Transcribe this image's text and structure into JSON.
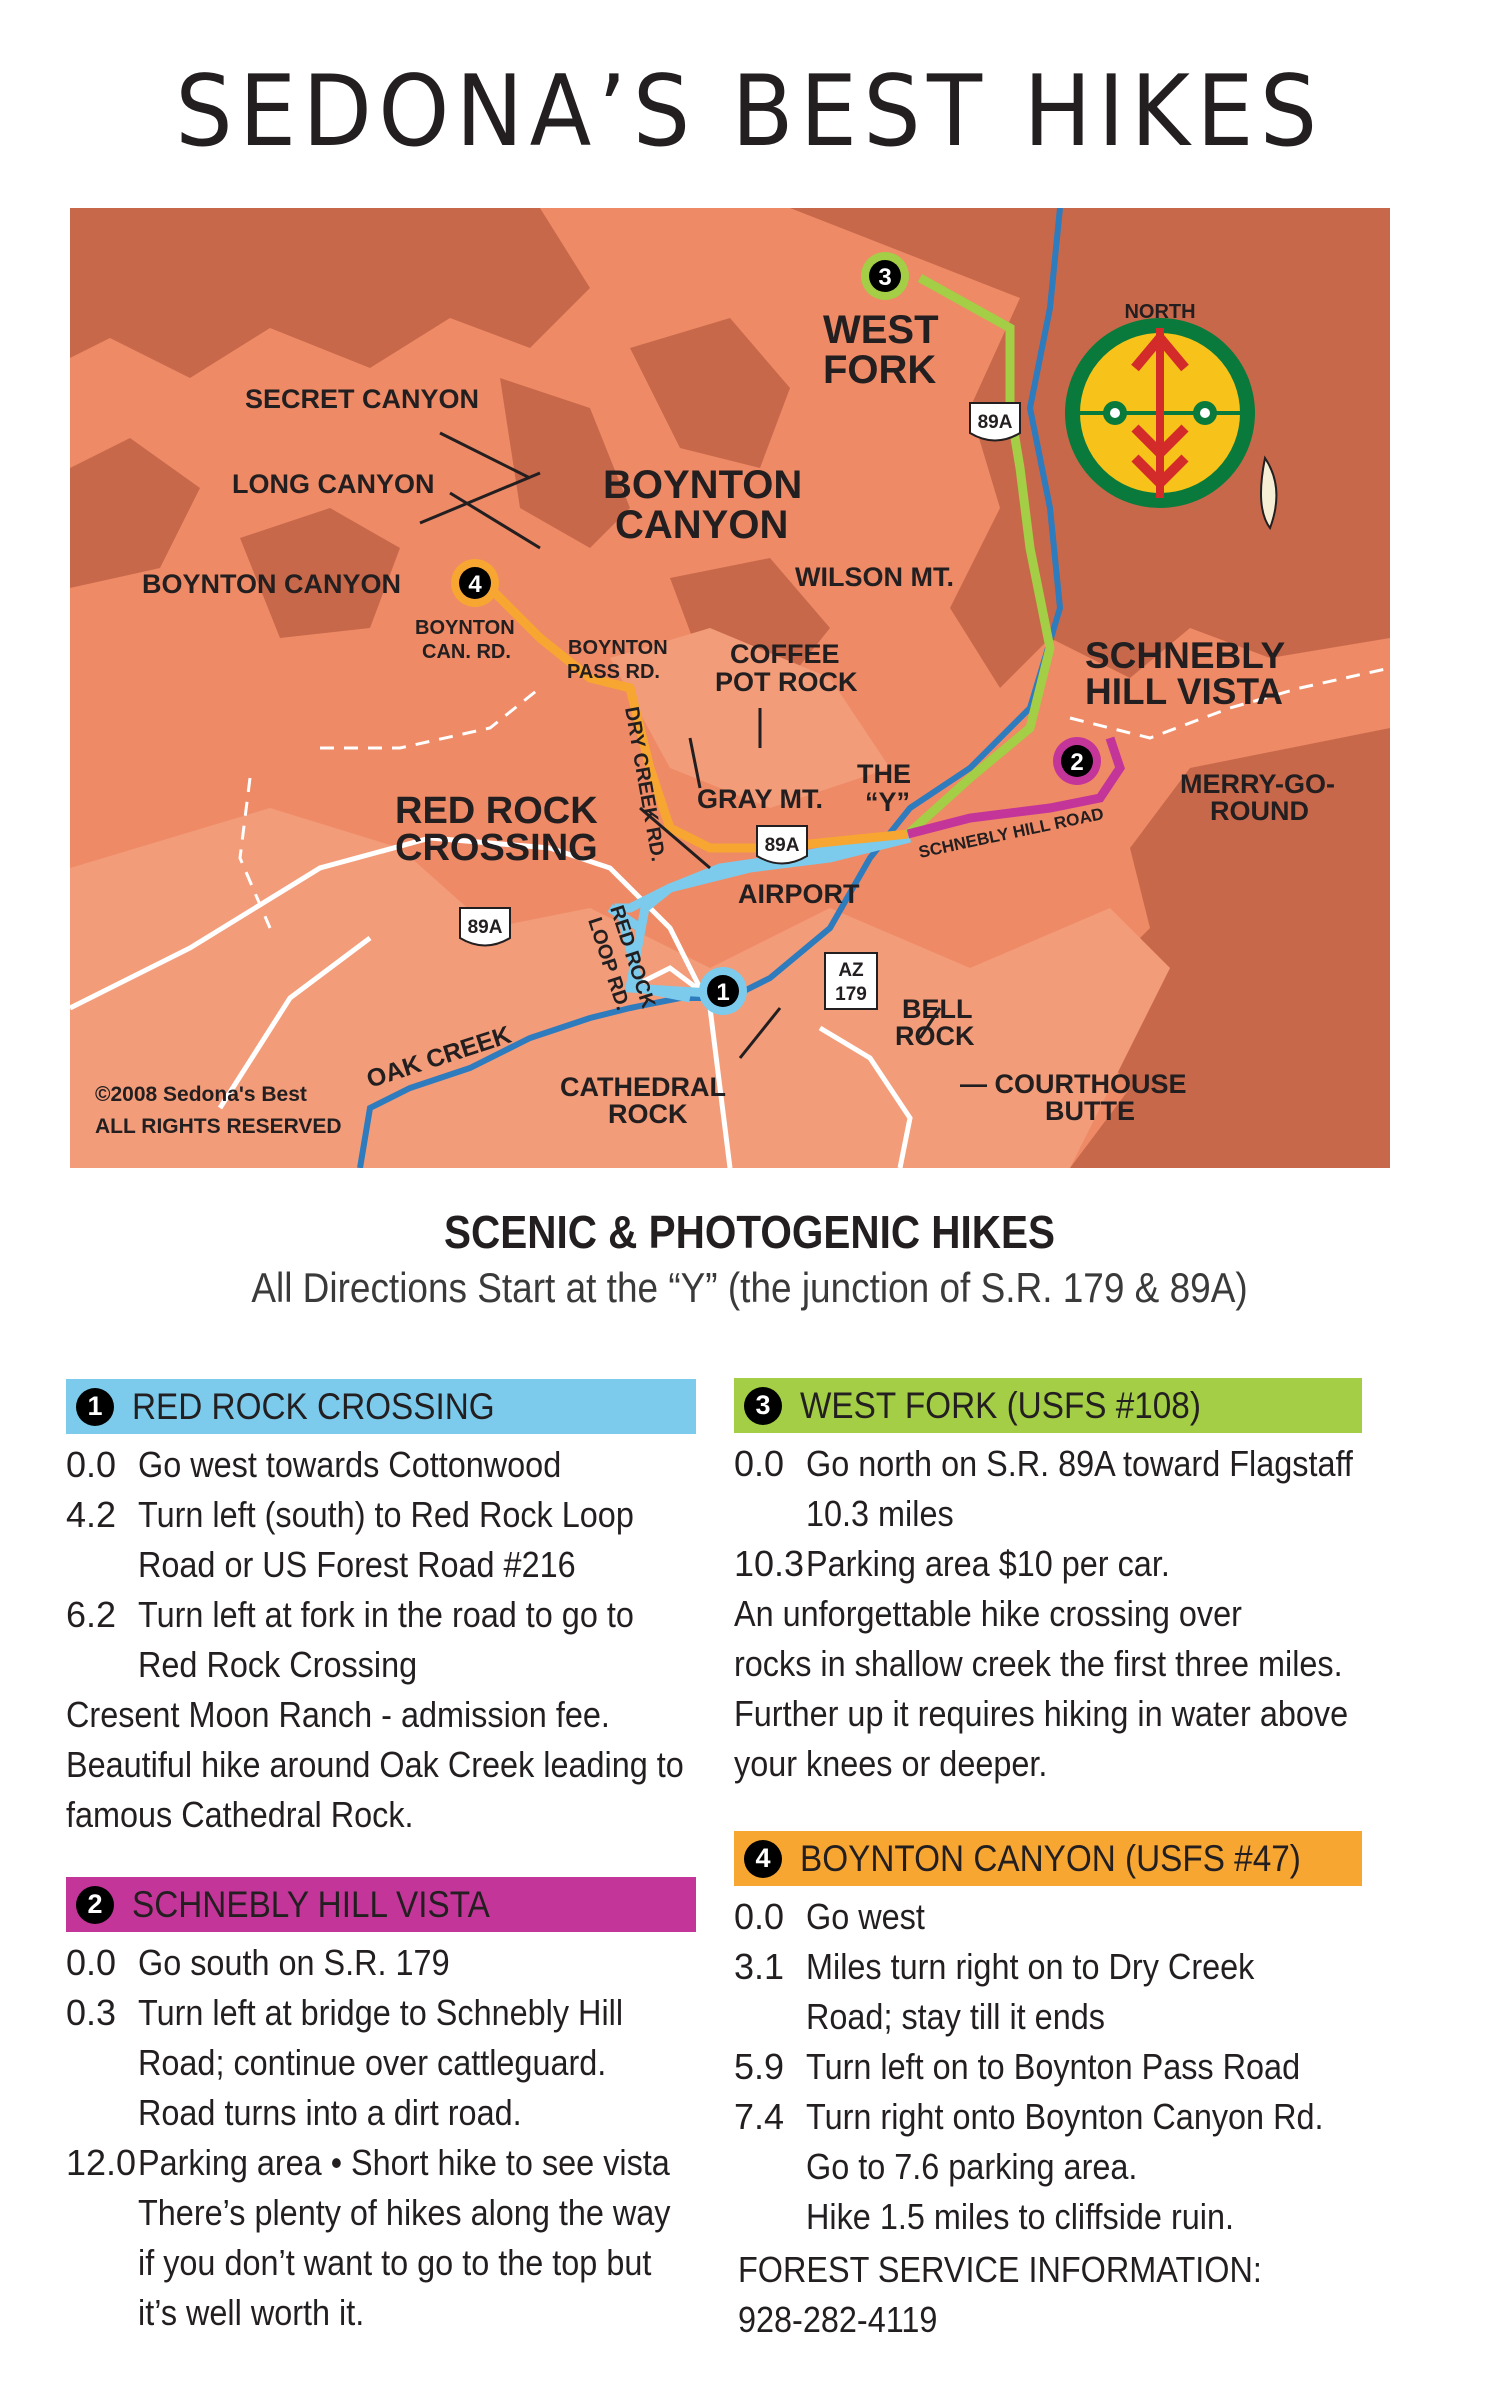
{
  "title": "SEDONA’S BEST HIKES",
  "map": {
    "labels": {
      "west_fork": [
        "WEST",
        "FORK"
      ],
      "secret_canyon": "SECRET CANYON",
      "long_canyon": "LONG CANYON",
      "boynton_canyon_big": [
        "BOYNTON",
        "CANYON"
      ],
      "boynton_canyon": "BOYNTON CANYON",
      "wilson_mt": "WILSON MT.",
      "boynton_can_rd": [
        "BOYNTON",
        "CAN. RD."
      ],
      "boynton_pass_rd": [
        "BOYNTON",
        "PASS RD."
      ],
      "coffee_pot_rock": [
        "COFFEE",
        "POT ROCK"
      ],
      "schnebly_hill_vista": [
        "SCHNEBLY",
        "HILL VISTA"
      ],
      "dry_creek_rd": "DRY CREEK RD.",
      "gray_mt": "GRAY MT.",
      "the_y": [
        "THE",
        "“Y”"
      ],
      "merry_go_round": [
        "MERRY-GO-",
        "ROUND"
      ],
      "red_rock_crossing": [
        "RED ROCK",
        "CROSSING"
      ],
      "schnebly_hill_road": "SCHNEBLY HILL ROAD",
      "airport": "AIRPORT",
      "red_rock_loop_rd": [
        "RED ROCK",
        "LOOP RD."
      ],
      "bell_rock": [
        "BELL",
        "ROCK"
      ],
      "oak_creek": "OAK CREEK",
      "courthouse_butte": [
        "— COURTHOUSE",
        "BUTTE"
      ],
      "cathedral_rock": [
        "CATHEDRAL",
        "ROCK"
      ],
      "copyright": [
        "©2008 Sedona's Best",
        "ALL RIGHTS RESERVED"
      ],
      "north": "NORTH"
    },
    "shields": {
      "us89a": "89A",
      "az_top": "AZ",
      "az_num": "179"
    },
    "markers": [
      "1",
      "2",
      "3",
      "4"
    ],
    "colors": {
      "terrain": "#ee8a66",
      "terrain_dark": "#c8684a",
      "route1": "#7ccbec",
      "route2": "#c4359a",
      "route3": "#a3ce45",
      "route4": "#f7a631",
      "creek": "#2e7bbd"
    }
  },
  "subheading": {
    "line1": "SCENIC & PHOTOGENIC HIKES",
    "line2": "All Directions Start at the “Y” (the junction of S.R. 179 & 89A)"
  },
  "hikes": [
    {
      "num": "1",
      "title": "RED ROCK CROSSING",
      "color": "#7ccbec",
      "lines": [
        {
          "m": "0.0",
          "t": "Go west towards Cottonwood"
        },
        {
          "m": "4.2",
          "t": "Turn left (south) to Red Rock Loop"
        },
        {
          "m": "",
          "t": "Road or US Forest Road #216"
        },
        {
          "m": "6.2",
          "t": "Turn left at fork in the road to go to"
        },
        {
          "m": "",
          "t": "Red Rock Crossing"
        }
      ],
      "notes": [
        "Cresent Moon Ranch - admission fee.",
        "Beautiful hike around Oak Creek leading to",
        "famous Cathedral Rock."
      ]
    },
    {
      "num": "2",
      "title": "SCHNEBLY HILL VISTA",
      "color": "#c4359a",
      "lines": [
        {
          "m": "0.0",
          "t": "Go south on S.R. 179"
        },
        {
          "m": "0.3",
          "t": "Turn left at bridge to Schnebly Hill"
        },
        {
          "m": "",
          "t": "Road; continue over cattleguard."
        },
        {
          "m": "",
          "t": "Road turns into a dirt road."
        },
        {
          "m": "12.0",
          "t": "Parking area • Short hike to see vista"
        },
        {
          "m": "",
          "t": "There’s plenty of hikes along the way"
        },
        {
          "m": "",
          "t": "if you don’t want to go to the top but"
        },
        {
          "m": "",
          "t": "it’s well worth it."
        }
      ],
      "notes": []
    },
    {
      "num": "3",
      "title": "WEST FORK (USFS #108)",
      "color": "#a3ce45",
      "lines": [
        {
          "m": "0.0",
          "t": "Go north on S.R. 89A toward Flagstaff"
        },
        {
          "m": "",
          "t": "10.3 miles"
        },
        {
          "m": "10.3",
          "t": "Parking area $10 per car."
        }
      ],
      "notes": [
        "An unforgettable hike crossing over",
        "rocks in shallow creek the first three miles.",
        "Further up it requires hiking in water above",
        "your knees or deeper."
      ]
    },
    {
      "num": "4",
      "title": "BOYNTON CANYON (USFS #47)",
      "color": "#f7a631",
      "lines": [
        {
          "m": "0.0",
          "t": "Go west"
        },
        {
          "m": "3.1",
          "t": "Miles turn right on to Dry Creek"
        },
        {
          "m": "",
          "t": "Road; stay till it ends"
        },
        {
          "m": "5.9",
          "t": "Turn left on to Boynton Pass Road"
        },
        {
          "m": "7.4",
          "t": "Turn right onto Boynton Canyon Rd."
        },
        {
          "m": "",
          "t": "Go to 7.6 parking area."
        },
        {
          "m": "",
          "t": "Hike 1.5 miles to cliffside ruin."
        }
      ],
      "notes": []
    }
  ],
  "forest_service": {
    "label": "FOREST SERVICE INFORMATION:",
    "phone": "928-282-4119"
  }
}
